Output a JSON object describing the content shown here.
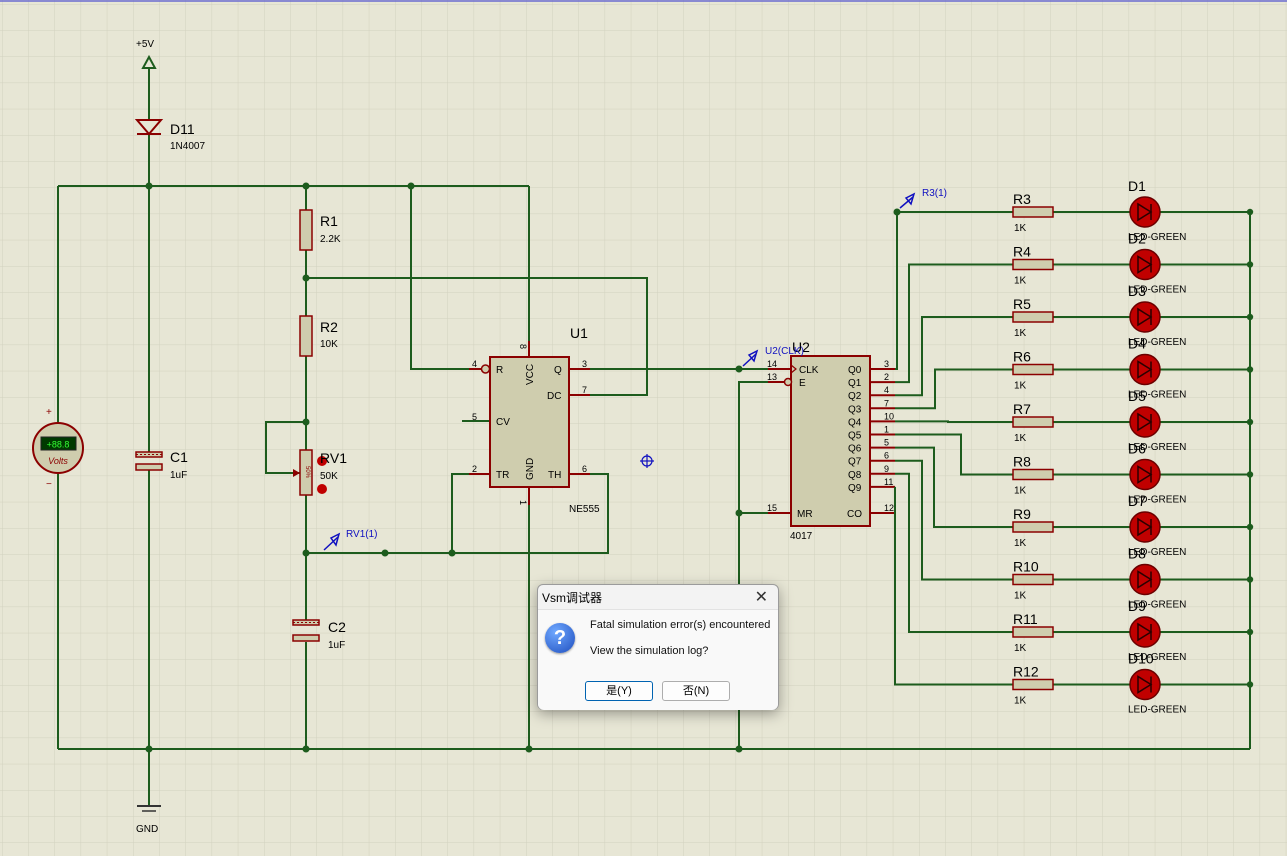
{
  "dialog": {
    "title": "Vsm调试器",
    "close_glyph": "✕",
    "icon": "question-icon",
    "icon_glyph": "?",
    "message1": "Fatal simulation error(s) encountered",
    "message2": "View the simulation log?",
    "yes_label": "是(Y)",
    "no_label": "否(N)"
  },
  "schematic": {
    "power_label": "+5V",
    "ground_label": "GND",
    "voltmeter": {
      "reading": "+88.8",
      "units": "Volts",
      "plus": "+",
      "minus": "−"
    },
    "diode": {
      "name": "D11",
      "value": "1N4007"
    },
    "caps": [
      {
        "name": "C1",
        "value": "1uF"
      },
      {
        "name": "C2",
        "value": "1uF"
      }
    ],
    "resistors_left": [
      {
        "name": "R1",
        "value": "2.2K"
      },
      {
        "name": "R2",
        "value": "10K"
      }
    ],
    "pot": {
      "name": "RV1",
      "value": "50K",
      "probe": "RV1(1)",
      "body_text": "50%"
    },
    "timer": {
      "name": "U1",
      "part": "NE555",
      "pins_left": [
        {
          "num": "4",
          "label": "R"
        },
        {
          "num": "5",
          "label": "CV"
        },
        {
          "num": "2",
          "label": "TR"
        }
      ],
      "pins_right": [
        {
          "num": "3",
          "label": "Q"
        },
        {
          "num": "7",
          "label": "DC"
        },
        {
          "num": "6",
          "label": "TH"
        }
      ],
      "vcc": "VCC",
      "vcc_pin": "8",
      "gnd": "GND",
      "gnd_pin": "1"
    },
    "counter": {
      "name": "U2",
      "part": "4017",
      "probe": "U2(CLK)",
      "pins_left": [
        {
          "num": "14",
          "label": "CLK"
        },
        {
          "num": "13",
          "label": "E"
        },
        {
          "num": "15",
          "label": "MR"
        }
      ],
      "outputs": [
        {
          "label": "Q0",
          "num": "3"
        },
        {
          "label": "Q1",
          "num": "2"
        },
        {
          "label": "Q2",
          "num": "4"
        },
        {
          "label": "Q3",
          "num": "7"
        },
        {
          "label": "Q4",
          "num": "10"
        },
        {
          "label": "Q5",
          "num": "1"
        },
        {
          "label": "Q6",
          "num": "5"
        },
        {
          "label": "Q7",
          "num": "6"
        },
        {
          "label": "Q8",
          "num": "9"
        },
        {
          "label": "Q9",
          "num": "11"
        }
      ],
      "co": {
        "label": "CO",
        "num": "12"
      }
    },
    "r3_probe": "R3(1)",
    "leds": [
      {
        "r": "R3",
        "rv": "1K",
        "d": "D1",
        "type": "LED-GREEN"
      },
      {
        "r": "R4",
        "rv": "1K",
        "d": "D2",
        "type": "LED-GREEN"
      },
      {
        "r": "R5",
        "rv": "1K",
        "d": "D3",
        "type": "LED-GREEN"
      },
      {
        "r": "R6",
        "rv": "1K",
        "d": "D4",
        "type": "LED-GREEN"
      },
      {
        "r": "R7",
        "rv": "1K",
        "d": "D5",
        "type": "LED-GREEN"
      },
      {
        "r": "R8",
        "rv": "1K",
        "d": "D6",
        "type": "LED-GREEN"
      },
      {
        "r": "R9",
        "rv": "1K",
        "d": "D7",
        "type": "LED-GREEN"
      },
      {
        "r": "R10",
        "rv": "1K",
        "d": "D8",
        "type": "LED-GREEN"
      },
      {
        "r": "R11",
        "rv": "1K",
        "d": "D9",
        "type": "LED-GREEN"
      },
      {
        "r": "R12",
        "rv": "1K",
        "d": "D10",
        "type": "LED-GREEN"
      }
    ]
  },
  "colors": {
    "background": "#e7e6d5",
    "grid": "#d3d2c0",
    "wire": "#1d5c1d",
    "component": "#8b0000",
    "component_fill": "#cfcdae",
    "probe": "#1010c0",
    "led": "#c00000"
  }
}
